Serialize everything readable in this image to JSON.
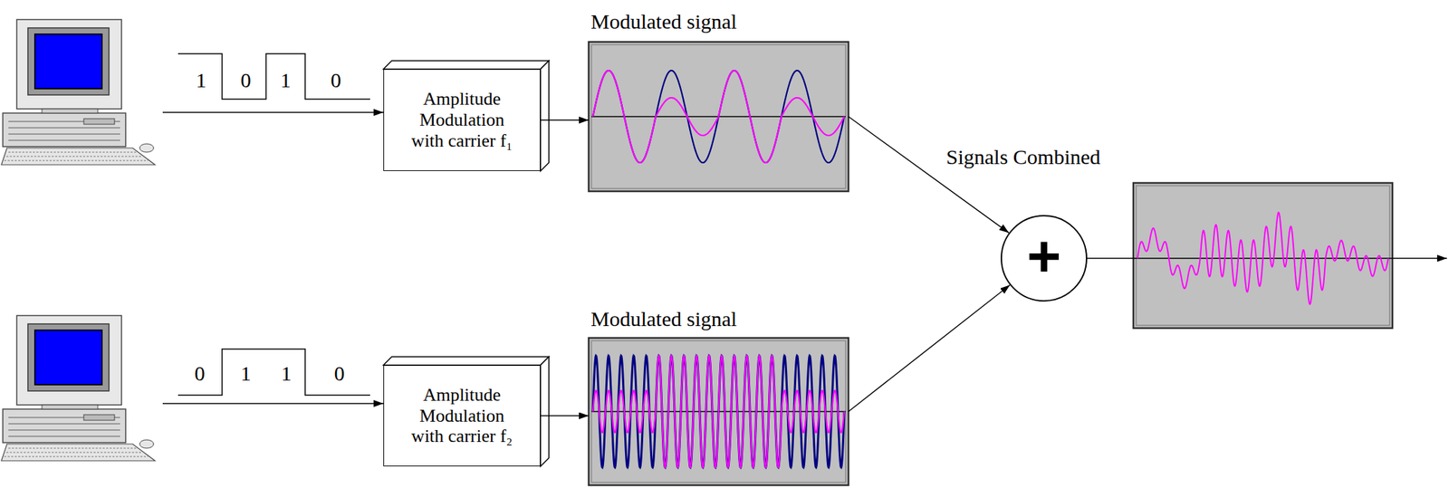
{
  "diagram": {
    "nodes": [
      {
        "text": [
          "Amplitude Modulation with carrier f₁"
        ]
      },
      {
        "text": [
          "Modulated signal"
        ]
      },
      {
        "text": [
          "+"
        ]
      },
      {
        "text": [
          "Signals Combined"
        ]
      },
      {
        "text": [
          "Amplitude Modulation with carrier f₂"
        ]
      },
      {
        "text": [
          "Modulated signal"
        ]
      }
    ],
    "edges": [
      {
        "from": 0,
        "to": 1,
        "arrow": "to"
      },
      {
        "from": 1,
        "to": 2,
        "arrow": "to"
      },
      {
        "from": 5,
        "to": 2,
        "arrow": "to"
      },
      {
        "from": 2,
        "to": 3,
        "arrow": "none"
      },
      {
        "from": 4,
        "to": 5,
        "arrow": "to"
      }
    ],
    "labels": [
      "1",
      "0",
      "1",
      "0",
      "0",
      "1",
      "1",
      "0"
    ]
  }
}
